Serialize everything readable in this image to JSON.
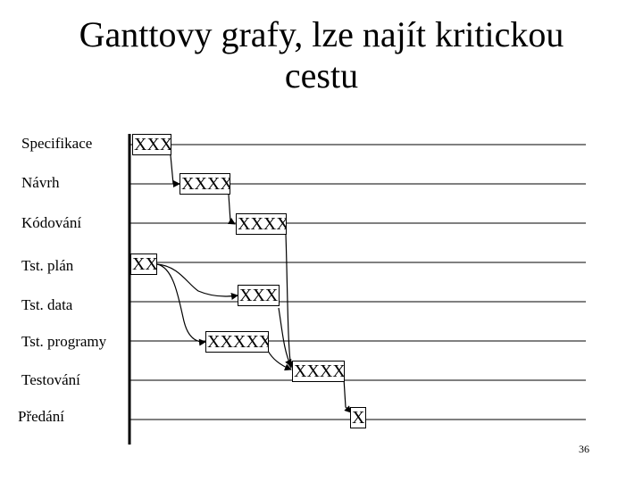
{
  "title": {
    "line1": "Ganttovy grafy, lze najít kritickou",
    "line2": "cestu"
  },
  "rows": [
    {
      "label": "Specifikace",
      "box": "XXX"
    },
    {
      "label": "Návrh",
      "box": "XXXX"
    },
    {
      "label": "Kódování",
      "box": "XXXX"
    },
    {
      "label": "Tst. plán",
      "box": "XX"
    },
    {
      "label": "Tst. data",
      "box": "XXX"
    },
    {
      "label": "Tst. programy",
      "box": "XXXXX"
    },
    {
      "label": "Testování",
      "box": "XXXX"
    },
    {
      "label": "Předání",
      "box": "X"
    }
  ],
  "page_number": "36",
  "colors": {
    "line": "#000000",
    "background": "#ffffff"
  }
}
